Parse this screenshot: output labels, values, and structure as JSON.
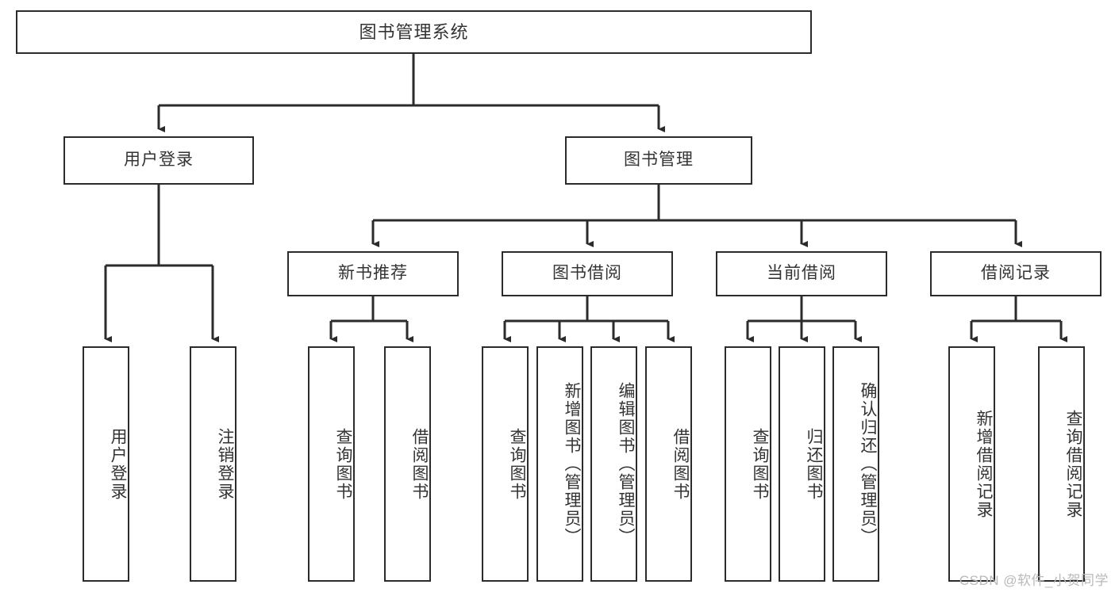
{
  "diagram": {
    "title": "图书管理系统",
    "type": "hierarchy-tree",
    "watermark": "CSDN @软件_小贺同学",
    "colors": {
      "box_border": "#2b2b2b",
      "box_fill": "#ffffff",
      "text": "#333333",
      "connector": "#2b2b2b",
      "watermark": "#b9b9b9",
      "background": "#ffffff"
    }
  },
  "nodes": {
    "root": {
      "label": "图书管理系统"
    },
    "level1": [
      {
        "id": "user-login",
        "label": "用户登录"
      },
      {
        "id": "book-manage",
        "label": "图书管理"
      }
    ],
    "level2": [
      {
        "id": "new-book-recommend",
        "label": "新书推荐"
      },
      {
        "id": "book-borrow",
        "label": "图书借阅"
      },
      {
        "id": "current-borrow",
        "label": "当前借阅"
      },
      {
        "id": "borrow-record",
        "label": "借阅记录"
      }
    ],
    "leaves": {
      "user_login": [
        {
          "id": "leaf-user-login",
          "label": "用户登录"
        },
        {
          "id": "leaf-logout",
          "label": "注销登录"
        }
      ],
      "new_book_recommend": [
        {
          "id": "leaf-query-book-1",
          "label": "查询图书"
        },
        {
          "id": "leaf-borrow-book-1",
          "label": "借阅图书"
        }
      ],
      "book_borrow": [
        {
          "id": "leaf-query-book-2",
          "label": "查询图书"
        },
        {
          "id": "leaf-add-book",
          "label": "新增图书（管理员）"
        },
        {
          "id": "leaf-edit-book",
          "label": "编辑图书（管理员）"
        },
        {
          "id": "leaf-borrow-book-2",
          "label": "借阅图书"
        }
      ],
      "current_borrow": [
        {
          "id": "leaf-query-book-3",
          "label": "查询图书"
        },
        {
          "id": "leaf-return-book",
          "label": "归还图书"
        },
        {
          "id": "leaf-confirm-return",
          "label": "确认归还（管理员）"
        }
      ],
      "borrow_record": [
        {
          "id": "leaf-add-record",
          "label": "新增借阅记录"
        },
        {
          "id": "leaf-query-record",
          "label": "查询借阅记录"
        }
      ]
    }
  }
}
